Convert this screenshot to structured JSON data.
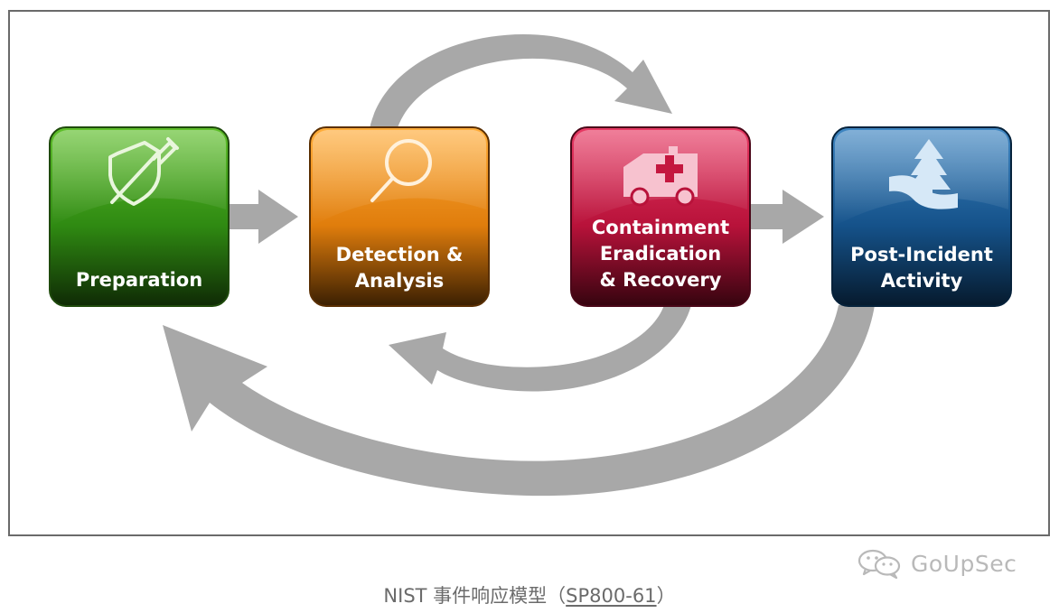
{
  "diagram": {
    "phases": [
      {
        "id": "preparation",
        "label_lines": [
          "Preparation"
        ],
        "color": "#3f9a1e",
        "icon": "shield-syringe-icon"
      },
      {
        "id": "detection",
        "label_lines": [
          "Detection &",
          "Analysis"
        ],
        "color": "#ef8a12",
        "icon": "magnifier-icon"
      },
      {
        "id": "containment",
        "label_lines": [
          "Containment",
          "Eradication",
          "& Recovery"
        ],
        "color": "#c4173f",
        "icon": "ambulance-icon"
      },
      {
        "id": "post_incident",
        "label_lines": [
          "Post-Incident",
          "Activity"
        ],
        "color": "#1d5e93",
        "icon": "tree-road-icon"
      }
    ],
    "flows": [
      {
        "from": "Preparation",
        "to": "Detection & Analysis",
        "kind": "straight"
      },
      {
        "from": "Detection & Analysis",
        "to": "Containment Eradication & Recovery",
        "kind": "curved-over"
      },
      {
        "from": "Containment Eradication & Recovery",
        "to": "Detection & Analysis",
        "kind": "curved-under"
      },
      {
        "from": "Containment Eradication & Recovery",
        "to": "Post-Incident Activity",
        "kind": "straight"
      },
      {
        "from": "Post-Incident Activity",
        "to": "Preparation",
        "kind": "curved-under"
      }
    ],
    "arrow_color": "#a8a8a8"
  },
  "watermark": {
    "text": "GoUpSec",
    "icon": "wechat-icon"
  },
  "caption": {
    "prefix": "NIST 事件响应模型（",
    "ref": "SP800-61",
    "suffix": "）"
  }
}
